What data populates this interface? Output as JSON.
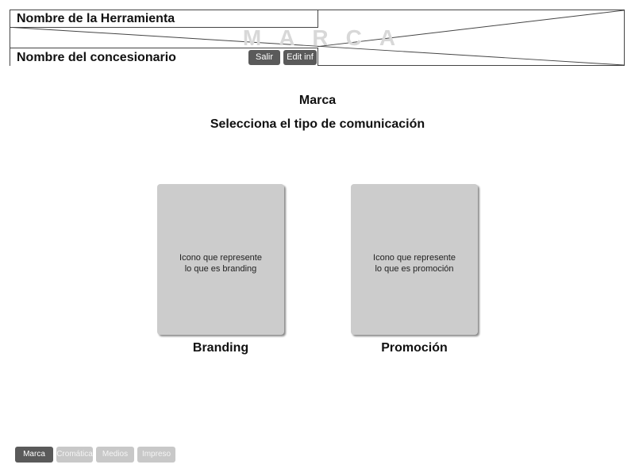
{
  "header": {
    "tool_name": "Nombre de la Herramienta",
    "brand_watermark": "MARCA",
    "dealer_name": "Nombre del concesionario",
    "exit_label": "Salir",
    "edit_info_label": "Edit inf"
  },
  "main": {
    "brand_title": "Marca",
    "prompt": "Selecciona el tipo de comunicación",
    "options": [
      {
        "placeholder_line1": "Icono que represente",
        "placeholder_line2": "lo que es branding",
        "label": "Branding"
      },
      {
        "placeholder_line1": "Icono que represente",
        "placeholder_line2": "lo que es promoción",
        "label": "Promoción"
      }
    ]
  },
  "tabs": [
    {
      "label": "Marca",
      "active": true
    },
    {
      "label": "Cromática",
      "active": false
    },
    {
      "label": "Medios",
      "active": false
    },
    {
      "label": "Impreso",
      "active": false
    }
  ],
  "colors": {
    "button_dark": "#5a5a5a",
    "card_gray": "#cccccc",
    "tab_inactive": "#c8c8c8"
  }
}
